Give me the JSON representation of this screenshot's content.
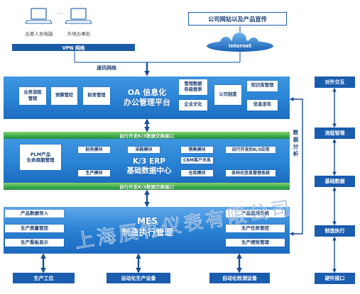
{
  "remote_access": {
    "devices": [
      "出差人员电脑",
      "外地办事处"
    ],
    "ellipsis": "···",
    "vpn": "VPN 网络"
  },
  "public": {
    "website": "公司网站以及产品宣传",
    "internet": "Internet"
  },
  "network": "通讯网络",
  "oa": {
    "title": [
      "OA 信息化",
      "办公管理平台"
    ],
    "modules": [
      "业务流程\n管理",
      "预算管控",
      "财务管理",
      "管理数据\n各级报表",
      "企业文化",
      "公司制度",
      "知识库管理",
      "信息发布"
    ]
  },
  "erp": {
    "interface_bar": "自行开发K/3数据交换接口",
    "title": [
      "K/3 ERP",
      "基础数据中心"
    ],
    "plm": "PLM产品\n生命周期管理",
    "modules": [
      "财务模块",
      "采购模块",
      "销售模块",
      "自行开发的K/3应用",
      "CRM客户关系",
      "生产模块",
      "仓库模块",
      "条码化信息管理系统"
    ]
  },
  "mes": {
    "title": [
      "MES",
      "制造执行管理"
    ],
    "modules_left": [
      "产品数据导入",
      "生产质量管控",
      "生产看板显示"
    ],
    "modules_right": [
      "产品追溯系统",
      "生产任务管控",
      "生产绩效管理"
    ]
  },
  "field_devices": [
    "生产工位",
    "自动化生产设备",
    "自动化检测设备"
  ],
  "data_analysis": "数据分析",
  "layers": [
    "对外交互",
    "流程管理",
    "基础数据",
    "制造执行",
    "硬件接口"
  ],
  "watermark": "上海辰竹仪表有限公司",
  "icons": {
    "devices": "laptop-icon",
    "internet": "cloud-icon"
  },
  "colors": {
    "dark_blue": "#1a5cae",
    "block_blue": "#2a82d4",
    "green": "#3aa84e",
    "arrow": "#1a4f94"
  }
}
